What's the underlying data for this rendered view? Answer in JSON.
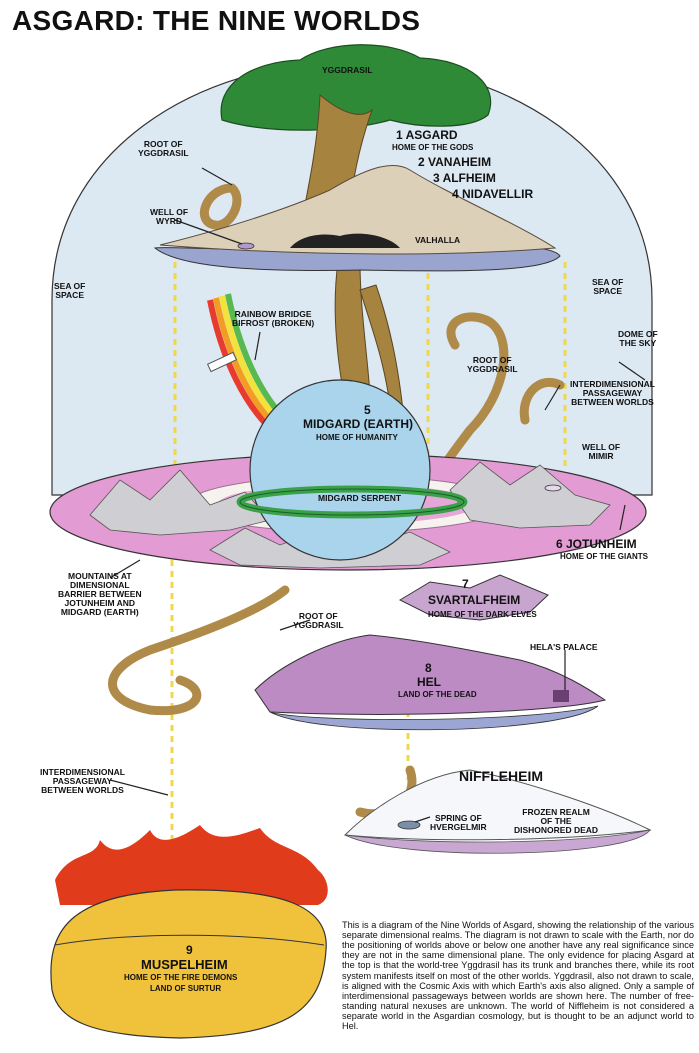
{
  "title": "ASGARD: THE NINE WORLDS",
  "colors": {
    "dome": "#dce8f2",
    "tree_green": "#2f8a38",
    "trunk": "#a6843f",
    "midgard_sphere": "#a9d4ec",
    "jotunheim_ring": "#e39bd3",
    "muspelheim": "#f0c23c",
    "fire": "#e03c1c",
    "hel": "#bd8bc4",
    "niffleheim_ice": "#f6f7fb",
    "passageway": "#f0d84a"
  },
  "labels": {
    "yggdrasil_top": "YGGDRASIL",
    "root_top": "ROOT OF\nYGGDRASIL",
    "asgard_name": "1 ASGARD",
    "asgard_sub": "HOME OF THE GODS",
    "vanaheim": "2 VANAHEIM",
    "alfheim": "3 ALFHEIM",
    "nidavellir": "4 NIDAVELLIR",
    "well_wyrd": "WELL OF\nWYRD",
    "valhalla": "VALHALLA",
    "sea_left": "SEA OF\nSPACE",
    "sea_right": "SEA OF\nSPACE",
    "bifrost": "RAINBOW BRIDGE\nBIFROST (BROKEN)",
    "dome_sky": "DOME OF\nTHE SKY",
    "root_mid": "ROOT OF\nYGGDRASIL",
    "passage_mid": "INTERDIMENSIONAL\nPASSAGEWAY\nBETWEEN WORLDS",
    "midgard_num": "5",
    "midgard_name": "MIDGARD (EARTH)",
    "midgard_sub": "HOME OF HUMANITY",
    "well_mimir": "WELL OF\nMIMIR",
    "midgard_serpent": "MIDGARD SERPENT",
    "mountains": "MOUNTAINS AT\nDIMENSIONAL\nBARRIER BETWEEN\nJOTUNHEIM AND\nMIDGARD (EARTH)",
    "jotunheim_name": "6 JOTUNHEIM",
    "jotunheim_sub": "HOME OF THE GIANTS",
    "root_low": "ROOT OF\nYGGDRASIL",
    "svart_num": "7",
    "svart_name": "SVARTALFHEIM",
    "svart_sub": "HOME OF THE DARK ELVES",
    "helas_palace": "HELA'S PALACE",
    "hel_num": "8",
    "hel_name": "HEL",
    "hel_sub": "LAND OF THE DEAD",
    "passage_low": "INTERDIMENSIONAL\nPASSAGEWAY\nBETWEEN WORLDS",
    "niffleheim": "NIFFLEHEIM",
    "spring": "SPRING OF\nHVERGELMIR",
    "frozen": "FROZEN REALM\nOF THE\nDISHONORED DEAD",
    "musp_num": "9",
    "musp_name": "MUSPELHEIM",
    "musp_sub1": "HOME OF THE FIRE DEMONS",
    "musp_sub2": "LAND OF SURTUR"
  },
  "caption": "This is a diagram of the Nine Worlds of Asgard, showing the relationship of the various separate dimensional realms. The diagram is not drawn to scale with the Earth, nor do the positioning of worlds above or below one another have any real significance since they are not in the same dimensional plane. The only evidence for placing Asgard at the top is that the world-tree Yggdrasil has its trunk and branches there, while its root system manifests itself on most of the other worlds. Yggdrasil, also not drawn to scale, is aligned with the Cosmic Axis with which Earth's axis also aligned. Only a sample of interdimensional passageways between worlds are shown here. The number of free-standing natural nexuses are unknown. The world of Niffleheim is not considered a separate world in the Asgardian cosmology, but is thought to be an adjunct world to Hel."
}
